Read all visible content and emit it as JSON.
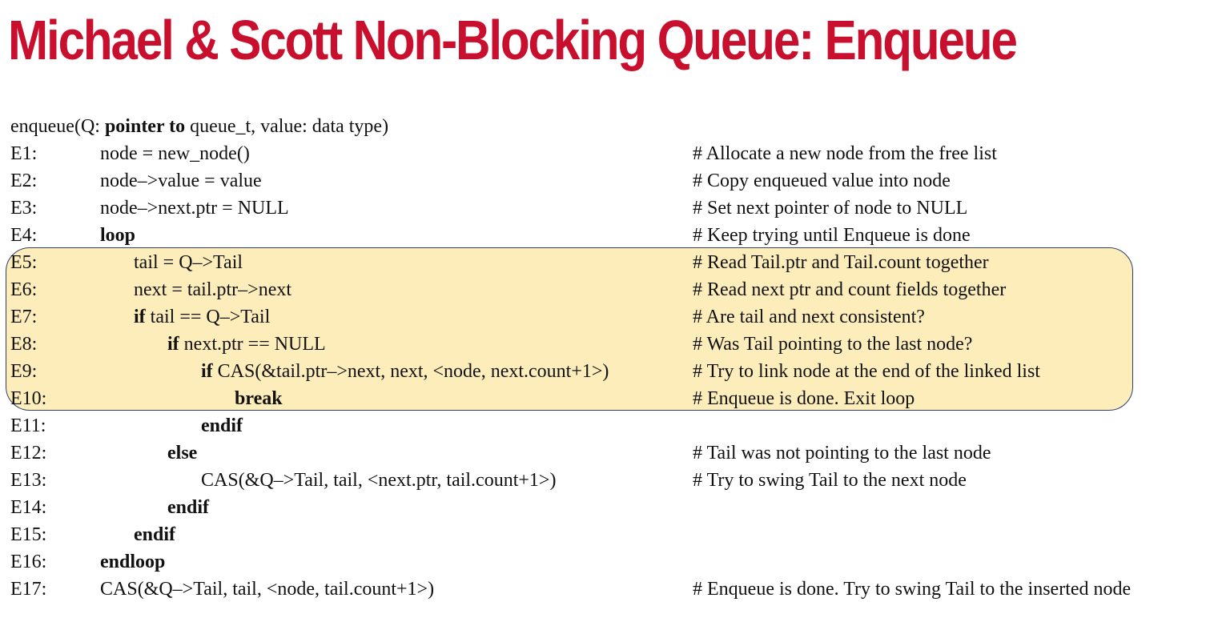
{
  "slide": {
    "title": "Michael & Scott Non-Blocking Queue: Enqueue",
    "accent_color": "#c8102e",
    "highlight_fill": "#fdedbb",
    "highlight_border": "#2e3f6b"
  },
  "signature": {
    "name": "enqueue(Q: ",
    "kw": "pointer to",
    "rest": " queue_t, value: data type)"
  },
  "lines": [
    {
      "label": "E1:",
      "indent": 1,
      "kw": "",
      "code": "node = new_node()",
      "comment": "# Allocate a new node from the free list"
    },
    {
      "label": "E2:",
      "indent": 1,
      "kw": "",
      "code": "node–>value = value",
      "comment": "# Copy enqueued value into node"
    },
    {
      "label": "E3:",
      "indent": 1,
      "kw": "",
      "code": "node–>next.ptr = NULL",
      "comment": "# Set next pointer of node to NULL"
    },
    {
      "label": "E4:",
      "indent": 1,
      "kw": "loop",
      "code": "",
      "comment": "# Keep trying until Enqueue is done"
    },
    {
      "label": "E5:",
      "indent": 2,
      "kw": "",
      "code": "tail = Q–>Tail",
      "comment": "# Read Tail.ptr and Tail.count together"
    },
    {
      "label": "E6:",
      "indent": 2,
      "kw": "",
      "code": "next = tail.ptr–>next",
      "comment": "# Read next ptr and count fields together"
    },
    {
      "label": "E7:",
      "indent": 2,
      "kw": "if",
      "code": " tail == Q–>Tail",
      "comment": "# Are tail and next consistent?"
    },
    {
      "label": "E8:",
      "indent": 3,
      "kw": "if",
      "code": " next.ptr == NULL",
      "comment": "# Was Tail pointing to the last node?"
    },
    {
      "label": "E9:",
      "indent": 4,
      "kw": "if",
      "code": " CAS(&tail.ptr–>next, next, <node, next.count+1>)",
      "comment": "# Try to link node at the end of the linked list"
    },
    {
      "label": "E10:",
      "indent": 5,
      "kw": "break",
      "code": "",
      "comment": "# Enqueue is done. Exit loop"
    },
    {
      "label": "E11:",
      "indent": 4,
      "kw": "endif",
      "code": "",
      "comment": ""
    },
    {
      "label": "E12:",
      "indent": 3,
      "kw": "else",
      "code": "",
      "comment": "# Tail was not pointing to the last node"
    },
    {
      "label": "E13:",
      "indent": 4,
      "kw": "",
      "code": "CAS(&Q–>Tail, tail, <next.ptr, tail.count+1>)",
      "comment": "# Try to swing Tail to the next node"
    },
    {
      "label": "E14:",
      "indent": 3,
      "kw": "endif",
      "code": "",
      "comment": ""
    },
    {
      "label": "E15:",
      "indent": 2,
      "kw": "endif",
      "code": "",
      "comment": ""
    },
    {
      "label": "E16:",
      "indent": 1,
      "kw": "endloop",
      "code": "",
      "comment": ""
    },
    {
      "label": "E17:",
      "indent": 1,
      "kw": "",
      "code": "CAS(&Q–>Tail, tail, <node, tail.count+1>)",
      "comment": "# Enqueue is done. Try to swing Tail to the inserted node"
    }
  ]
}
